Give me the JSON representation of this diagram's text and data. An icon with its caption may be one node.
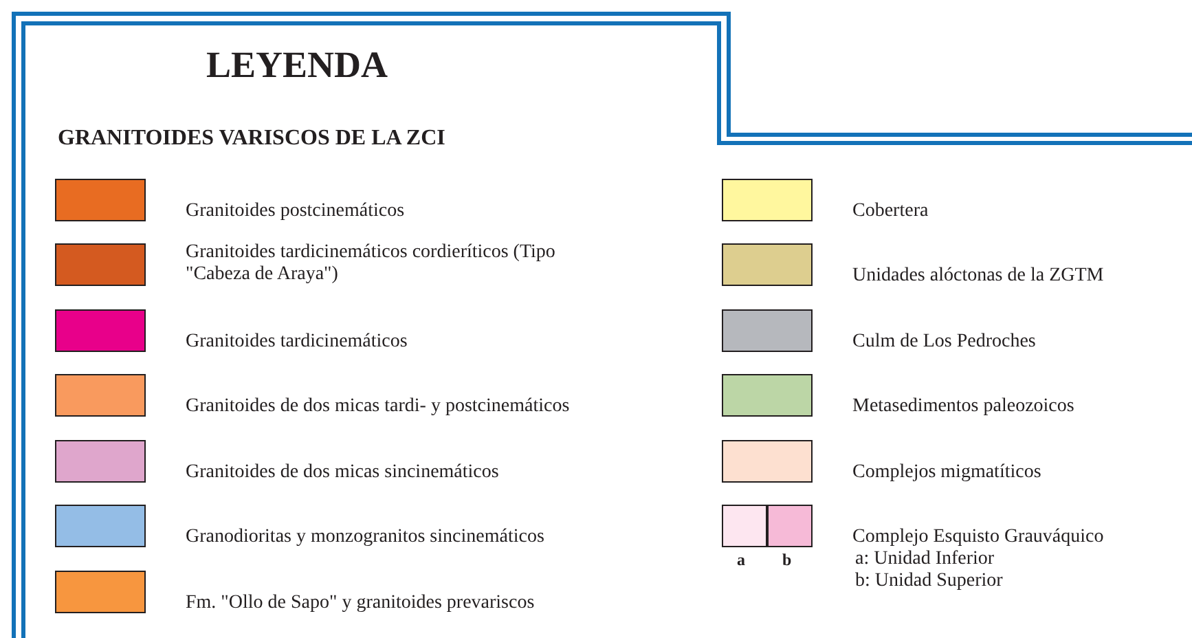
{
  "diagram": {
    "title": "LEYENDA",
    "labels": [
      "GRANITOIDES VARISCOS DE LA  ZCI",
      "Complejo Esquisto Grauváquico",
      "a",
      "b"
    ],
    "legend": [
      {
        "text": "Granitoides postcinemáticos",
        "color": "#e86c22"
      },
      {
        "text": "Granitoides tardicinemáticos cordieríticos (Tipo \"Cabeza de Araya\")",
        "color": "#d45a20"
      },
      {
        "text": "Granitoides tardicinemáticos",
        "color": "#e8008a"
      },
      {
        "text": "Granitoides de dos micas tardi- y postcinemáticos",
        "color": "#f99a5e"
      },
      {
        "text": "Granitoides de dos micas sincinemáticos",
        "color": "#dfa6cc"
      },
      {
        "text": "Granodioritas y monzogranitos sincinemáticos",
        "color": "#94bde6"
      },
      {
        "text": "Fm. \"Ollo de Sapo\" y granitoides prevariscos",
        "color": "#f7963f"
      },
      {
        "text": "Cobertera",
        "color": "#fff79e"
      },
      {
        "text": "Unidades alóctonas de la ZGTM",
        "color": "#ddce8f"
      },
      {
        "text": "Culm de Los Pedroches",
        "color": "#b6b8bd"
      },
      {
        "text": "Metasedimentos paleozoicos",
        "color": "#bcd6a6"
      },
      {
        "text": "Complejos migmatíticos",
        "color": "#fde0d0"
      },
      {
        "text": "a: Unidad Inferior",
        "color": "#fde6f0"
      },
      {
        "text": "b: Unidad Superior",
        "color": "#f6bad7"
      }
    ]
  }
}
